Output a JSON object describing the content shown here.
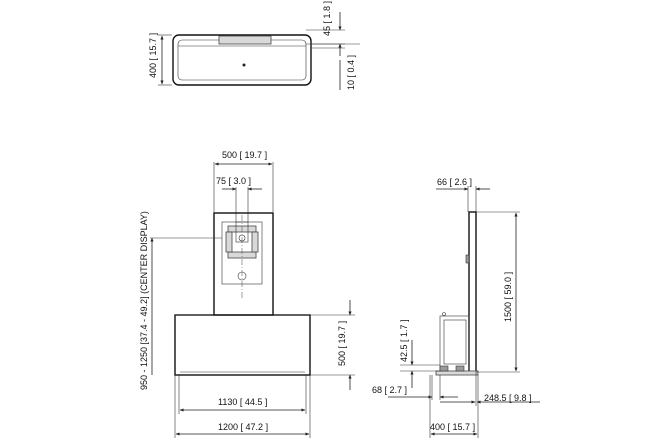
{
  "top_view": {
    "depth_mm": "400",
    "depth_in": "15.7",
    "offset_mm": "45",
    "offset_in": "1.8",
    "gap_mm": "10",
    "gap_in": "0.4"
  },
  "front_view": {
    "top_width_mm": "500",
    "top_width_in": "19.7",
    "mount_mm": "75",
    "mount_in": "3.0",
    "center_label": "950 - 1250 [37.4 - 49.2] (CENTER DISPLAY)",
    "base_height_mm": "500",
    "base_height_in": "19.7",
    "inner_width_mm": "1130",
    "inner_width_in": "44.5",
    "outer_width_mm": "1200",
    "outer_width_in": "47.2"
  },
  "side_view": {
    "thickness_mm": "66",
    "thickness_in": "2.6",
    "height_mm": "1500",
    "height_in": "59.0",
    "shelf_mm": "42.5",
    "shelf_in": "1.7",
    "foot_mm": "68",
    "foot_in": "2.7",
    "reach_mm": "248.5",
    "reach_in": "9.8",
    "base_depth_mm": "400",
    "base_depth_in": "15.7"
  }
}
